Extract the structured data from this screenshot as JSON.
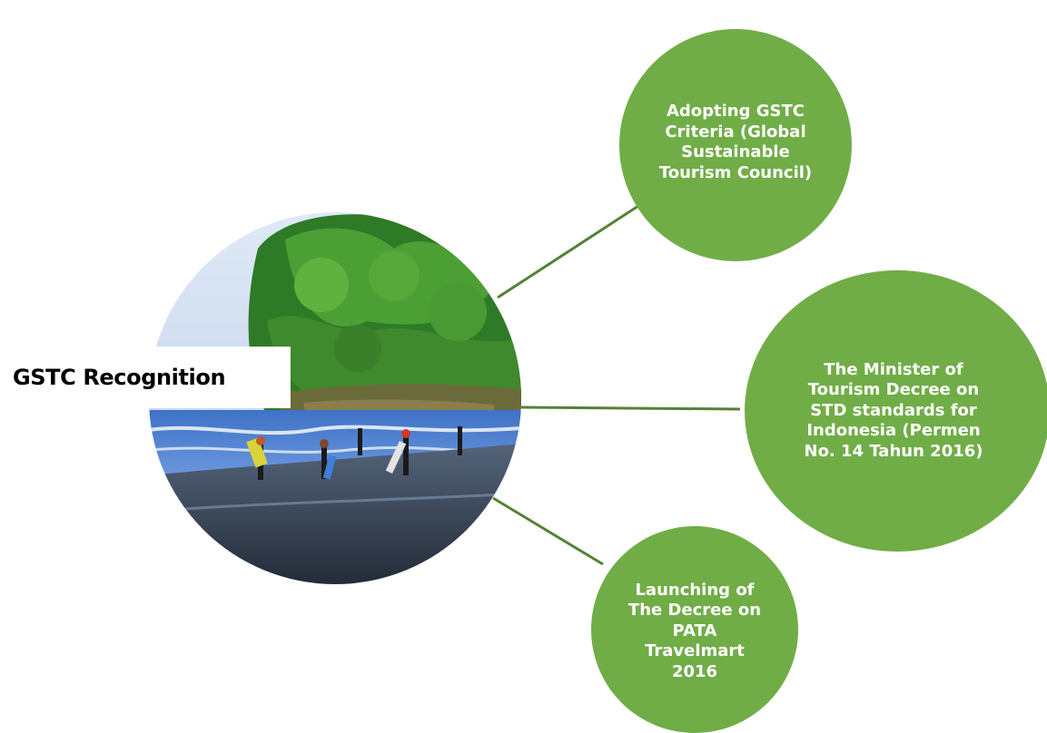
{
  "diagram": {
    "center": {
      "title": "GSTC Recognition",
      "photo": "beach-with-surfers-and-forested-cliff"
    },
    "nodes": [
      {
        "id": "gstc-criteria",
        "text": "Adopting GSTC\nCriteria (Global\nSustainable\nTourism Council)"
      },
      {
        "id": "minister-decree",
        "text": "The Minister of\nTourism Decree on\nSTD standards for\nIndonesia (Permen\nNo. 14 Tahun 2016)"
      },
      {
        "id": "pata-launch",
        "text": "Launching of\nThe Decree on\nPATA\nTravelmart\n2016"
      }
    ],
    "colors": {
      "node_fill": "#70ad47",
      "connector": "#548235",
      "node_text": "#ffffff",
      "title_text": "#000000"
    }
  }
}
